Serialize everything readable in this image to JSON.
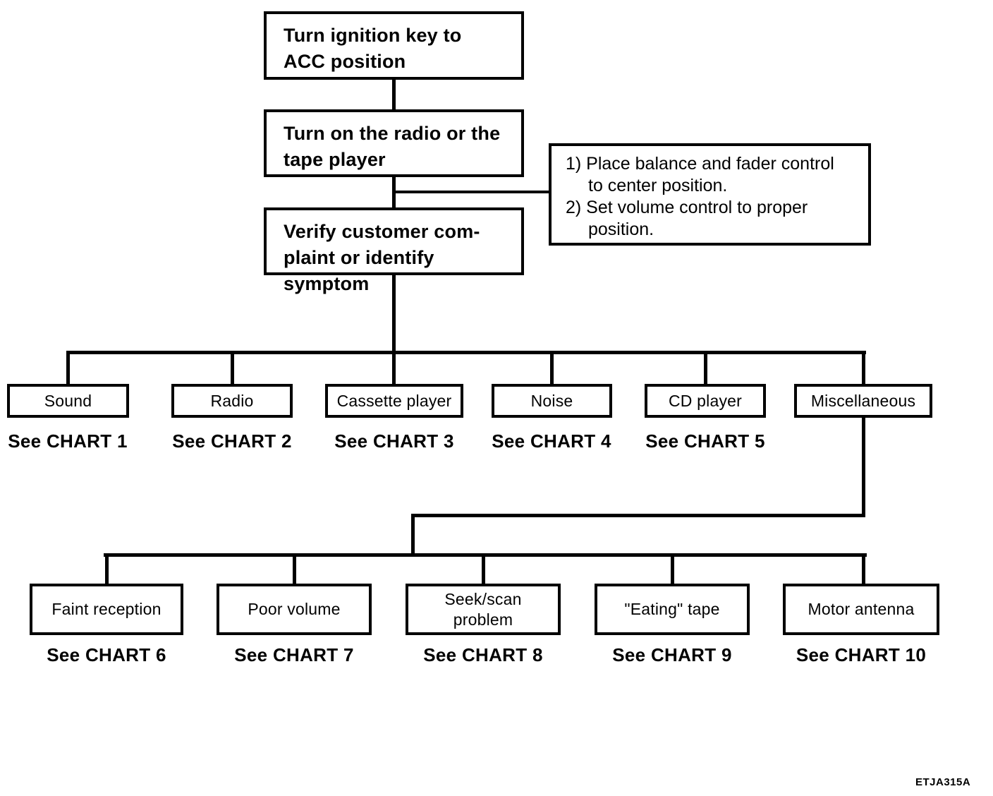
{
  "page": {
    "figure_code": "ETJA315A",
    "ink_color": "#000000",
    "background_color": "#ffffff"
  },
  "flow": {
    "steps": [
      {
        "label": "Turn ignition key to\nACC position"
      },
      {
        "label": "Turn on the radio or the\ntape player"
      },
      {
        "label": "Verify customer com-\nplaint  or identify symptom"
      }
    ],
    "note": {
      "items": [
        "1) Place balance and fader control\nto center position.",
        "2) Set volume control to proper\nposition."
      ]
    },
    "symptoms": [
      {
        "label": "Sound",
        "chart": "See CHART 1"
      },
      {
        "label": "Radio",
        "chart": "See CHART 2"
      },
      {
        "label": "Cassette player",
        "chart": "See CHART 3"
      },
      {
        "label": "Noise",
        "chart": "See CHART 4"
      },
      {
        "label": "CD player",
        "chart": "See CHART 5"
      },
      {
        "label": "Miscellaneous"
      }
    ],
    "misc_symptoms": [
      {
        "label": "Faint reception",
        "chart": "See CHART 6"
      },
      {
        "label": "Poor volume",
        "chart": "See CHART 7"
      },
      {
        "label": "Seek/scan\nproblem",
        "chart": "See CHART 8"
      },
      {
        "label": "\"Eating\" tape",
        "chart": "See CHART 9"
      },
      {
        "label": "Motor antenna",
        "chart": "See CHART 10"
      }
    ]
  }
}
